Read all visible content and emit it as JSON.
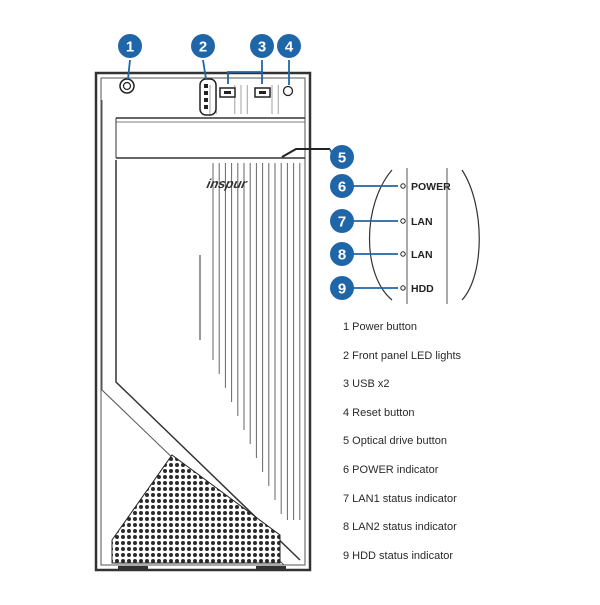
{
  "brand_logo": "inspur",
  "callout_color": "#1f66a8",
  "callouts": [
    "1",
    "2",
    "3",
    "4",
    "5",
    "6",
    "7",
    "8",
    "9"
  ],
  "led_labels": [
    "POWER",
    "LAN",
    "LAN",
    "HDD"
  ],
  "legend": [
    "1 Power button",
    "2 Front panel LED lights",
    "3 USB x2",
    "4 Reset button",
    "5 Optical drive button",
    "6 POWER indicator",
    "7 LAN1 status indicator",
    "8 LAN2 status indicator",
    "9 HDD status indicator"
  ]
}
